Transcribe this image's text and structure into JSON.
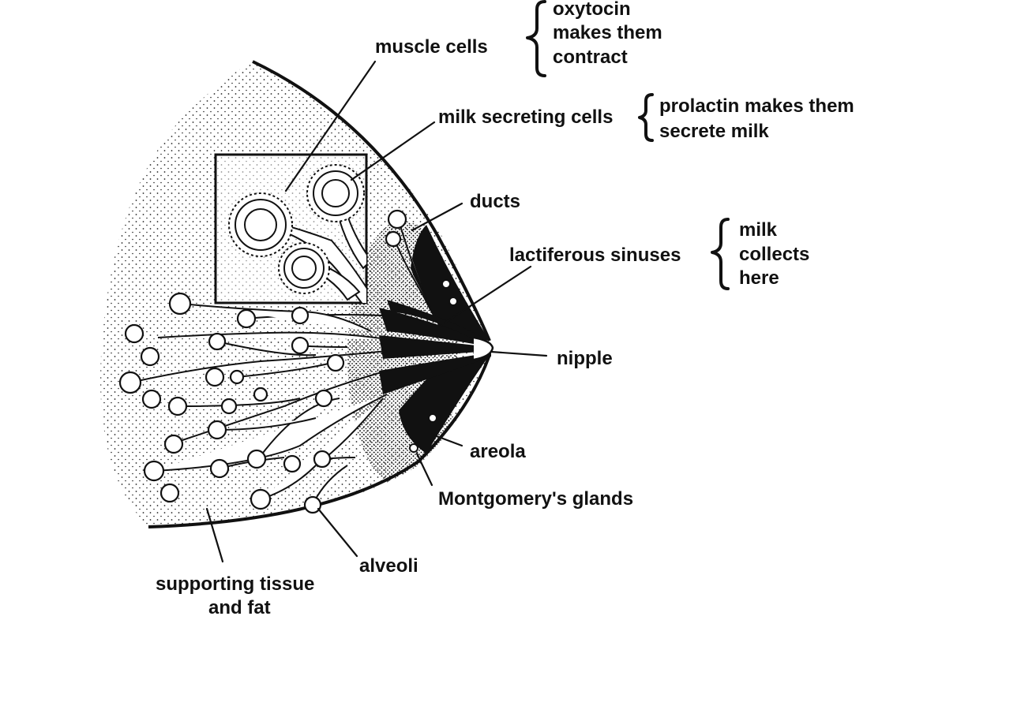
{
  "labels": {
    "muscle_cells": "muscle cells",
    "oxytocin_1": "oxytocin",
    "oxytocin_2": "makes them",
    "oxytocin_3": "contract",
    "milk_secreting_cells": "milk secreting cells",
    "prolactin_1": "prolactin makes them",
    "prolactin_2": "secrete milk",
    "ducts": "ducts",
    "lactiferous_sinuses": "lactiferous sinuses",
    "milk_collects_1": "milk",
    "milk_collects_2": "collects",
    "milk_collects_3": "here",
    "nipple": "nipple",
    "areola": "areola",
    "montgomerys_glands": "Montgomery's glands",
    "alveoli": "alveoli",
    "supporting_1": "supporting tissue",
    "supporting_2": "and fat"
  },
  "colors": {
    "ink": "#111111",
    "paper": "#ffffff"
  }
}
